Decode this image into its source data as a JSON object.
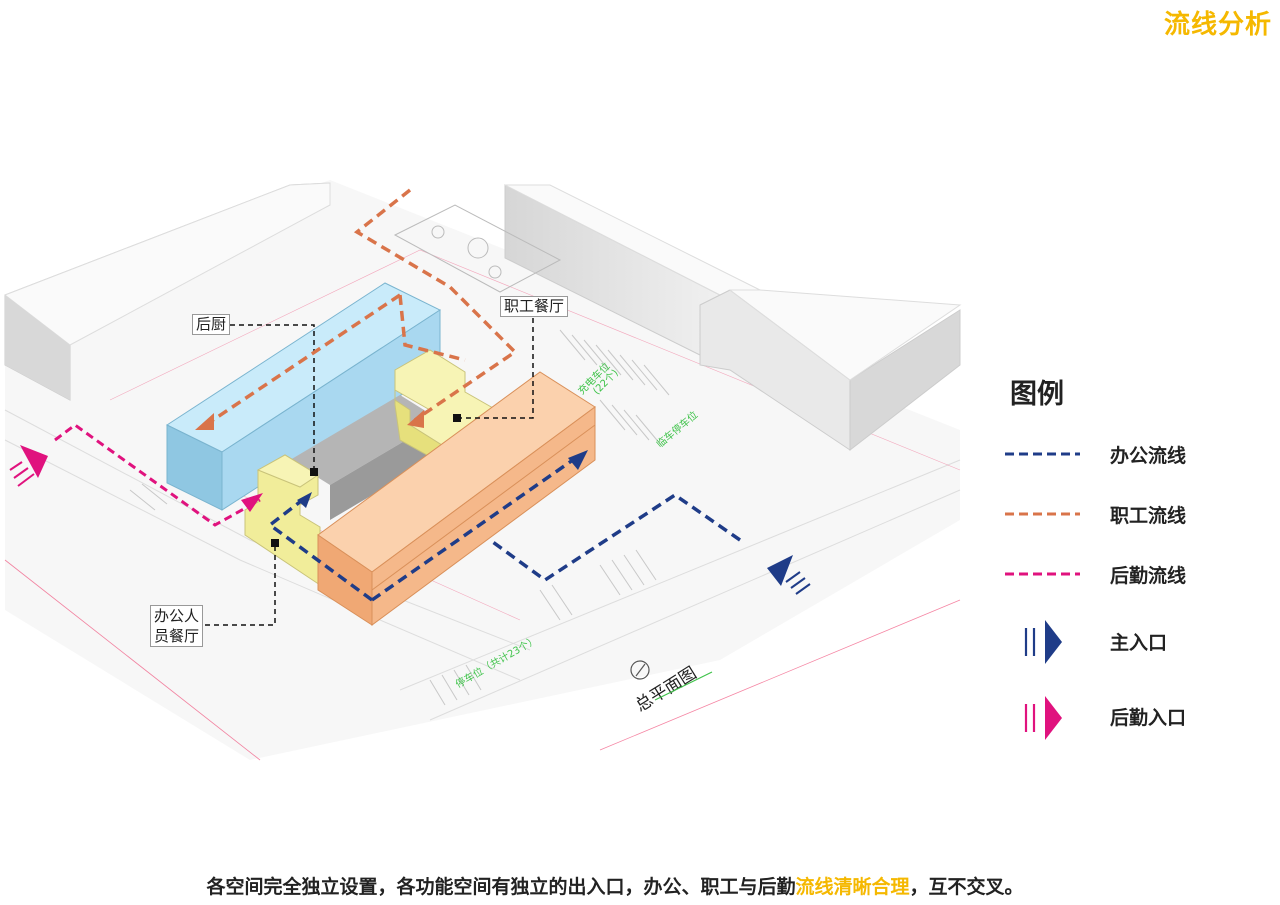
{
  "title": "流线分析",
  "callouts": {
    "kitchen": "后厨",
    "staff_canteen": "职工餐厅",
    "office_canteen_line1": "办公人",
    "office_canteen_line2": "员餐厅"
  },
  "plan": {
    "label": "总平面图",
    "parking_top": "充电车位",
    "parking_top_count": "(22个)",
    "parking_right": "临车停车位",
    "parking_bottom": "停车位（共计23个）"
  },
  "legend": {
    "title": "图例",
    "items": [
      {
        "label": "办公流线",
        "kind": "dash",
        "color": "#1f3c88"
      },
      {
        "label": "职工流线",
        "kind": "dash",
        "color": "#d9744a"
      },
      {
        "label": "后勤流线",
        "kind": "dash",
        "color": "#e0127e"
      },
      {
        "label": "主入口",
        "kind": "entry",
        "color": "#1f3c88"
      },
      {
        "label": "后勤入口",
        "kind": "entry",
        "color": "#e0127e"
      }
    ]
  },
  "caption": {
    "before": "各空间完全独立设置，各功能空间有独立的出入口，办公、职工与后勤",
    "highlight": "流线清晰合理",
    "after": "，互不交叉。"
  },
  "colors": {
    "accent": "#f5b800",
    "office_route": "#1f3c88",
    "staff_route": "#d9744a",
    "logistics_route": "#e0127e",
    "kitchen_block": "#a9d8f0",
    "canteen_block": "#f1ed9a",
    "office_block": "#f5b88a"
  }
}
